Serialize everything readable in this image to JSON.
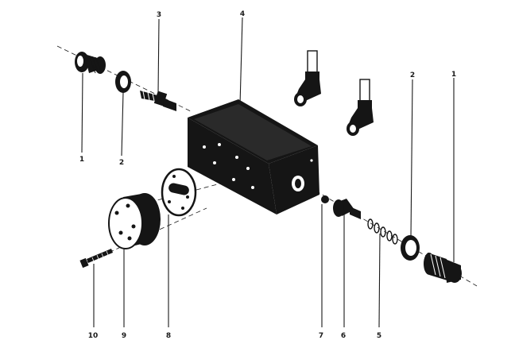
{
  "diagram": {
    "callouts": [
      {
        "id": "c1_left",
        "label": "1"
      },
      {
        "id": "c2_left",
        "label": "2"
      },
      {
        "id": "c3",
        "label": "3"
      },
      {
        "id": "c4",
        "label": "4"
      },
      {
        "id": "c2_right",
        "label": "2"
      },
      {
        "id": "c1_right",
        "label": "1"
      },
      {
        "id": "c10",
        "label": "10"
      },
      {
        "id": "c9",
        "label": "9"
      },
      {
        "id": "c8",
        "label": "8"
      },
      {
        "id": "c7",
        "label": "7"
      },
      {
        "id": "c6",
        "label": "6"
      },
      {
        "id": "c5",
        "label": "5"
      }
    ]
  }
}
